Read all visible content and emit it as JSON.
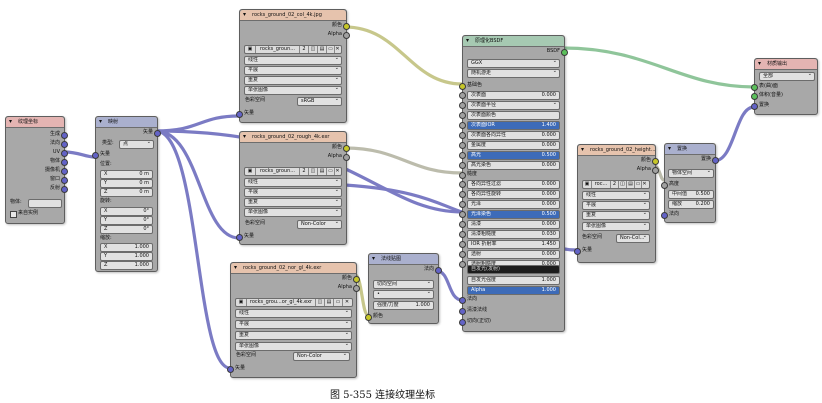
{
  "caption": "图 5-355 连接纹理坐标",
  "texcoord": {
    "title": "纹理坐标",
    "outputs": [
      "生成",
      "法向",
      "UV",
      "物体",
      "摄像机",
      "窗口",
      "反射"
    ],
    "object_label": "物体:",
    "from_instancer": "来自实例"
  },
  "mapping": {
    "title": "映射",
    "output": "矢量",
    "type_label": "类型:",
    "type_value": "点",
    "input": "矢量",
    "location_label": "位置:",
    "location": [
      {
        "axis": "X",
        "value": "0 m"
      },
      {
        "axis": "Y",
        "value": "0 m"
      },
      {
        "axis": "Z",
        "value": "0 m"
      }
    ],
    "rotation_label": "旋转:",
    "rotation": [
      {
        "axis": "X",
        "value": "0°"
      },
      {
        "axis": "Y",
        "value": "0°"
      },
      {
        "axis": "Z",
        "value": "0°"
      }
    ],
    "scale_label": "缩放:",
    "scale": [
      {
        "axis": "X",
        "value": "1.000"
      },
      {
        "axis": "Y",
        "value": "1.000"
      },
      {
        "axis": "Z",
        "value": "1.000"
      }
    ]
  },
  "img_col": {
    "title": "rocks_ground_02_col_4k.jpg",
    "out_color": "颜色",
    "out_alpha": "Alpha",
    "img_name": "rocks_groun...",
    "users": "2",
    "interp": "线性",
    "proj": "平展",
    "ext": "重复",
    "source": "单张图像",
    "cs_label": "色彩空间",
    "cs_value": "sRGB",
    "in_vector": "矢量"
  },
  "img_rough": {
    "title": "rocks_ground_02_rough_4k.exr",
    "out_color": "颜色",
    "out_alpha": "Alpha",
    "img_name": "rocks_groun...",
    "users": "2",
    "interp": "线性",
    "proj": "平展",
    "ext": "重复",
    "source": "单张图像",
    "cs_label": "色彩空间",
    "cs_value": "Non-Color",
    "in_vector": "矢量"
  },
  "img_nor": {
    "title": "rocks_ground_02_nor_gl_4k.exr",
    "out_color": "颜色",
    "out_alpha": "Alpha",
    "img_name": "rocks_grou...or_gl_4k.exr",
    "interp": "线性",
    "proj": "平展",
    "ext": "重复",
    "source": "单张图像",
    "cs_label": "色彩空间",
    "cs_value": "Non-Color",
    "in_vector": "矢量"
  },
  "normalmap": {
    "title": "法线贴图",
    "out": "法向",
    "space": "切向空间",
    "strength_label": "强度/力度",
    "strength": "1.000",
    "in_color": "颜色"
  },
  "bsdf": {
    "title": "原理化BSDF",
    "out": "BSDF",
    "distribution": "GGX",
    "subsurface_method": "随机游走",
    "base_color": "基础色",
    "rows": [
      {
        "label": "次表面",
        "value": "0.000"
      },
      {
        "label": "次表面半径",
        "value": "",
        "dd": true
      },
      {
        "label": "次表面颜色",
        "value": ""
      },
      {
        "label": "次表面IOR",
        "value": "1.400",
        "hl": true
      },
      {
        "label": "次表面各向异性",
        "value": "0.000"
      },
      {
        "label": "金属度",
        "value": "0.000"
      },
      {
        "label": "高光",
        "value": "0.500",
        "hl": true
      },
      {
        "label": "高光染色",
        "value": "0.000"
      }
    ],
    "roughness": "糙度",
    "rows2": [
      {
        "label": "各向异性过滤",
        "value": "0.000"
      },
      {
        "label": "各向异性旋转",
        "value": "0.000"
      },
      {
        "label": "光泽",
        "value": "0.000"
      },
      {
        "label": "光泽染色",
        "value": "0.500",
        "hl": true
      },
      {
        "label": "清漆",
        "value": "0.000"
      },
      {
        "label": "清漆粗糙度",
        "value": "0.030"
      },
      {
        "label": "IOR 折射率",
        "value": "1.450"
      },
      {
        "label": "透射",
        "value": "0.000"
      },
      {
        "label": "透射粗糙度",
        "value": "0.000"
      }
    ],
    "emission": "自发光(发射)",
    "emission_strength_label": "自发光强度",
    "emission_strength": "1.000",
    "alpha_label": "Alpha",
    "alpha": "1.000",
    "in_normal": "法向",
    "in_clearcoat_normal": "清漆法线",
    "in_tangent": "切向(正切)"
  },
  "img_height": {
    "title": "rocks_ground_02_height...",
    "out_color": "颜色",
    "out_alpha": "Alpha",
    "img_name": "roc...",
    "users": "2",
    "interp": "线性",
    "proj": "平展",
    "ext": "重复",
    "source": "单张图像",
    "cs_label": "色彩空间",
    "cs_value": "Non-Col...",
    "in_vector": "矢量"
  },
  "displacement": {
    "title": "置换",
    "out": "置换",
    "space": "物体空间",
    "in_height": "高度",
    "mid_label": "中间值",
    "mid": "0.500",
    "scale_label": "缩放",
    "scale": "0.200",
    "in_normal": "法向"
  },
  "output": {
    "title": "材质输出",
    "target": "全部",
    "in_surface": "表(曲)面",
    "in_volume": "体积(音量)",
    "in_displacement": "置换"
  }
}
